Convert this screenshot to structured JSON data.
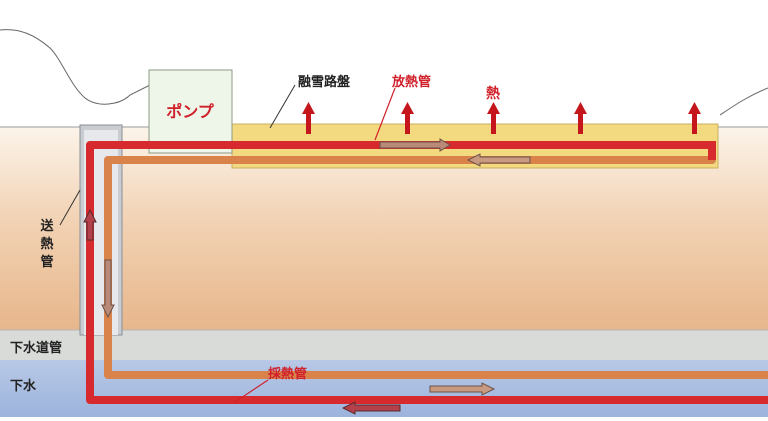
{
  "labels": {
    "pump": "ポンプ",
    "road_surface": "融雪路盤",
    "radiator_pipe": "放熱管",
    "heat": "熱",
    "supply_pipe": "送熱管",
    "sewer_pipe": "下水道管",
    "sewage": "下水",
    "collector_pipe": "採熱管"
  },
  "colors": {
    "hot_pipe": "#d62a2e",
    "return_pipe": "#d9834a",
    "label_red": "#d0202a",
    "road_yellow": "#f3d97f",
    "soil_top": "#fbf1e6",
    "soil_bottom": "#e9b98d",
    "sewer_grey": "#d9dbd9",
    "sewage_blue": "#a8bde0"
  }
}
